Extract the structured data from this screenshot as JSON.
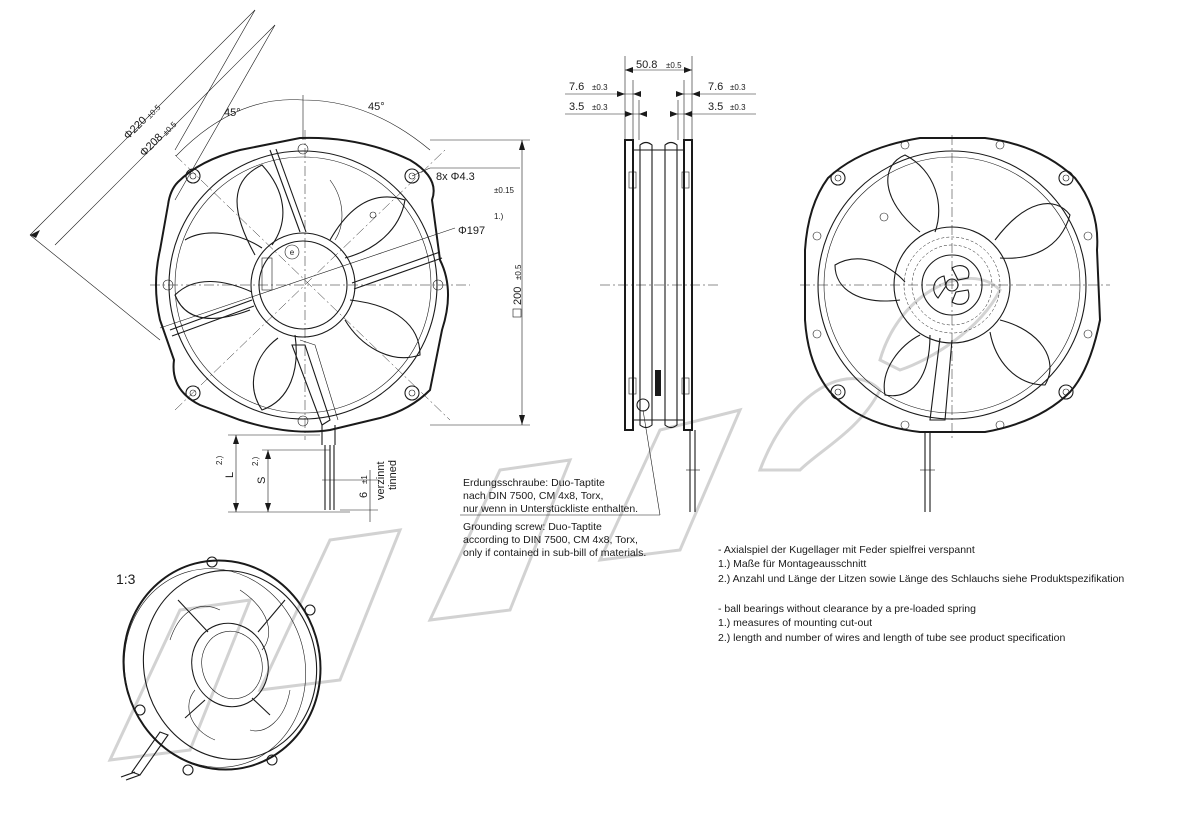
{
  "dimensions": {
    "dia220": "Φ220",
    "dia220_tol": "±0.5",
    "dia208": "Φ208",
    "dia208_tol": "±0.5",
    "angle_left": "45°",
    "angle_right": "45°",
    "holes": "8x Φ4.3",
    "holes_tol": "±0.15",
    "dia197": "Φ197",
    "dia197_note": "1.)",
    "square": "200",
    "square_tol": "±0.5",
    "label_L": "L",
    "label_S": "S",
    "note_2a": "2.)",
    "note_2b": "2.)",
    "strip": "6",
    "strip_tol": "±1",
    "verzinnt": "verzinnt",
    "tinned": "tinned",
    "depth": "50.8",
    "depth_tol": "±0.5",
    "d76_left": "7.6",
    "d76_left_tol": "±0.3",
    "d35_left": "3.5",
    "d35_left_tol": "±0.3",
    "d76_right": "7.6",
    "d76_right_tol": "±0.3",
    "d35_right": "3.5",
    "d35_right_tol": "±0.3"
  },
  "scale_label": "1:3",
  "grounding_note": [
    "Erdungsschraube: Duo-Taptite",
    "nach DIN 7500, CM 4x8, Torx,",
    "nur wenn in Unterstückliste enthalten.",
    "Grounding screw: Duo-Taptite",
    "according to DIN 7500, CM 4x8, Torx,",
    "only if contained in sub-bill of materials."
  ],
  "notes_de": [
    "-  Axialspiel der Kugellager mit Feder spielfrei verspannt",
    "1.) Maße für Montageausschnitt",
    "2.) Anzahl und Länge der Litzen sowie Länge des Schlauchs siehe Produktspezifikation"
  ],
  "notes_en": [
    "-  ball bearings without clearance by a pre-loaded spring",
    "1.) measures of mounting cut-out",
    "2.) length and number of wires and length of tube see product specification"
  ],
  "hub_labels": {
    "earth_symbol": "e"
  },
  "colors": {
    "line": "#1a1a1a",
    "watermark": "#c8c8c8",
    "background": "#ffffff"
  }
}
